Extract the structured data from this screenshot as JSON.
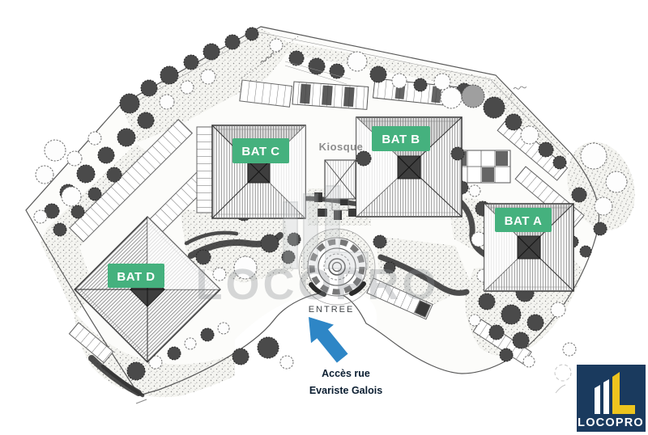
{
  "site_plan": {
    "buildings": [
      {
        "id": "bat-c",
        "label": "BAT C"
      },
      {
        "id": "bat-b",
        "label": "BAT B"
      },
      {
        "id": "bat-a",
        "label": "BAT A"
      },
      {
        "id": "bat-d",
        "label": "BAT D"
      }
    ],
    "kiosque_label": "Kiosque",
    "entrance_label": "ENTREE",
    "access_note": {
      "line1": "Accès rue",
      "line2": "Evariste Galois"
    }
  },
  "watermark": {
    "text": "LOCOPRO"
  },
  "logo": {
    "text": "LOCOPRO"
  },
  "colors": {
    "badge_green": "#45b17e",
    "arrow_blue": "#2e86c6",
    "logo_navy": "#1a3a5e",
    "logo_yellow": "#edc41e",
    "access_text": "#0b1e31",
    "entrance_text": "#43474b",
    "kiosque_text": "#8d8d8d",
    "watermark_grey": "#84898d",
    "ink": "#3e3e3e"
  }
}
